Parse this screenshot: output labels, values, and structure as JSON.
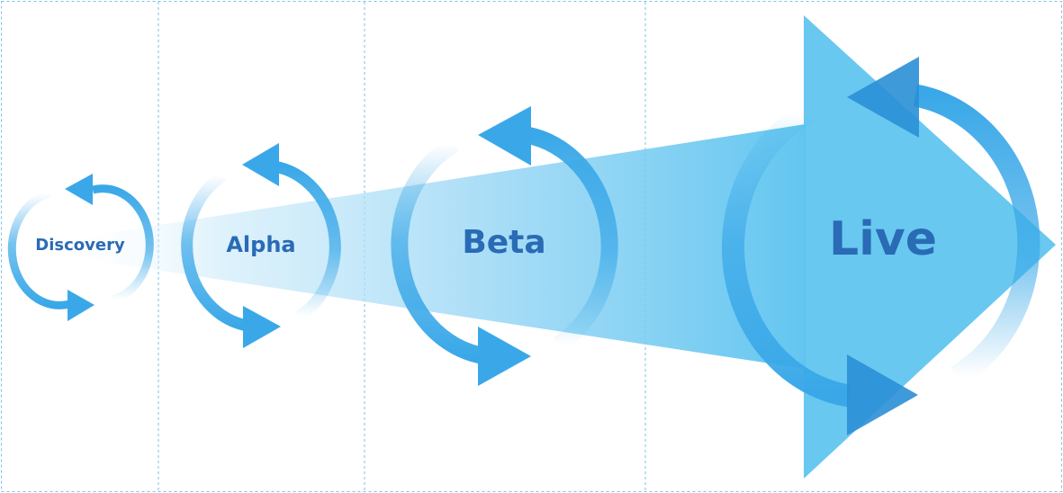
{
  "phases": [
    {
      "label": "Discovery"
    },
    {
      "label": "Alpha"
    },
    {
      "label": "Beta"
    },
    {
      "label": "Live"
    }
  ],
  "colors": {
    "cycle_arrow": "#3aa8e8",
    "cycle_arrow_dark": "#2a8fd6",
    "big_arrow": "#5bc3ef",
    "label": "#2a6bb5",
    "divider": "#7ac3ea"
  }
}
